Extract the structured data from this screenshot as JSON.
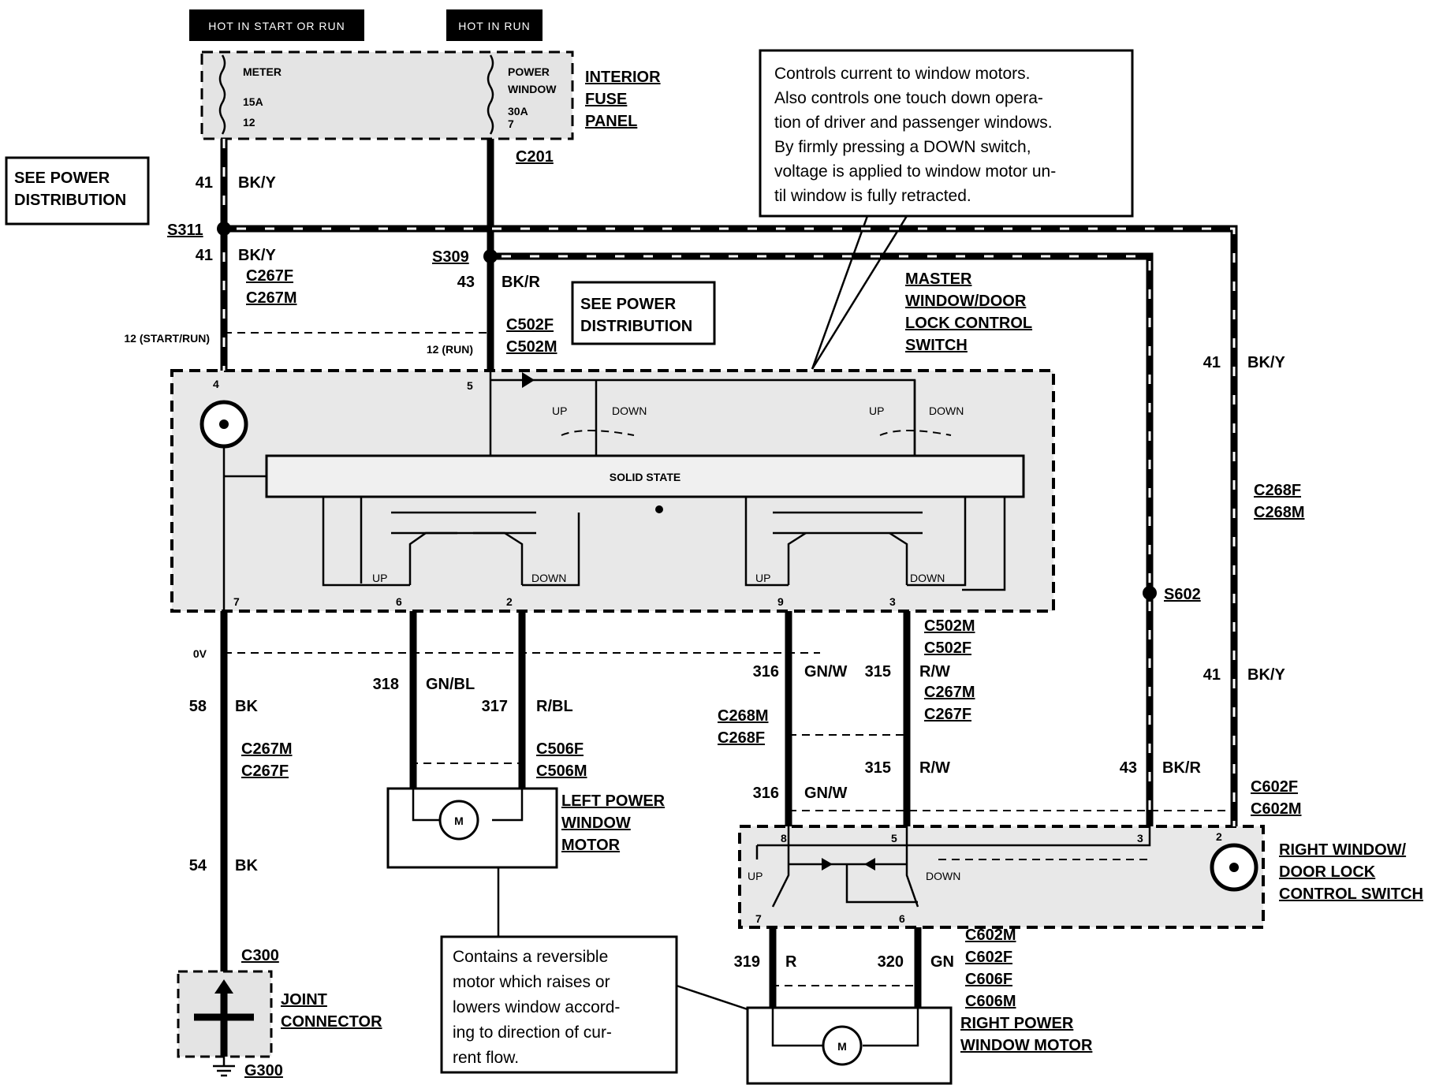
{
  "headers": {
    "hot_start_run": "HOT IN START OR RUN",
    "hot_run": "HOT IN RUN"
  },
  "fuse_panel": {
    "title_1": "INTERIOR",
    "title_2": "FUSE",
    "title_3": "PANEL",
    "fuse1_name": "METER",
    "fuse1_rating": "15A",
    "fuse1_num": "12",
    "fuse2_name_1": "POWER",
    "fuse2_name_2": "WINDOW",
    "fuse2_rating": "30A",
    "fuse2_num": "7"
  },
  "see_power_1": {
    "line1": "SEE POWER",
    "line2": "DISTRIBUTION"
  },
  "see_power_2": {
    "line1": "SEE POWER",
    "line2": "DISTRIBUTION"
  },
  "note_top": [
    "Controls current to window motors.",
    "Also controls one touch down opera-",
    "tion of driver  and passenger windows.",
    "By firmly pressing a DOWN switch,",
    "voltage is applied to window motor un-",
    "til window is fully retracted."
  ],
  "note_bottom": [
    "Contains a reversible",
    "motor which raises or",
    "lowers window accord-",
    "ing to direction of cur-",
    "rent flow."
  ],
  "labels": {
    "c201": "C201",
    "w41": "41",
    "bky": "BK/Y",
    "s311": "S311",
    "s309": "S309",
    "w43": "43",
    "bkr": "BK/R",
    "c267f": "C267F",
    "c267m": "C267M",
    "c502f": "C502F",
    "c502m": "C502M",
    "start_run": "12 (START/RUN)",
    "run": "12 (RUN)",
    "master_1": "MASTER",
    "master_2": "WINDOW/DOOR",
    "master_3": "LOCK CONTROL",
    "master_4": "SWITCH",
    "solid_state": "SOLID STATE",
    "up": "UP",
    "down": "DOWN",
    "pin4": "4",
    "pin5": "5",
    "pin7": "7",
    "pin6": "6",
    "pin2": "2",
    "pin9": "9",
    "pin3": "3",
    "ov": "0V",
    "w318": "318",
    "gnbl": "GN/BL",
    "w317": "317",
    "rbl": "R/BL",
    "w58": "58",
    "bk": "BK",
    "w54": "54",
    "c506f": "C506F",
    "c506m": "C506M",
    "left_motor_1": "LEFT POWER",
    "left_motor_2": "WINDOW",
    "left_motor_3": "MOTOR",
    "m": "M",
    "c300": "C300",
    "joint_1": "JOINT",
    "joint_2": "CONNECTOR",
    "g300": "G300",
    "w316": "316",
    "gnw": "GN/W",
    "w315": "315",
    "rw": "R/W",
    "c268m": "C268M",
    "c268f": "C268F",
    "s602": "S602",
    "c602f": "C602F",
    "c602m": "C602M",
    "pin8": "8",
    "pin3b": "3",
    "pin2b": "2",
    "pin7b": "7",
    "pin6b": "6",
    "pin5b": "5",
    "right_switch_1": "RIGHT WINDOW/",
    "right_switch_2": "DOOR LOCK",
    "right_switch_3": "CONTROL SWITCH",
    "w319": "319",
    "r": "R",
    "w320": "320",
    "gn": "GN",
    "c606f": "C606F",
    "c606m": "C606M",
    "right_motor_1": "RIGHT POWER",
    "right_motor_2": "WINDOW MOTOR"
  }
}
